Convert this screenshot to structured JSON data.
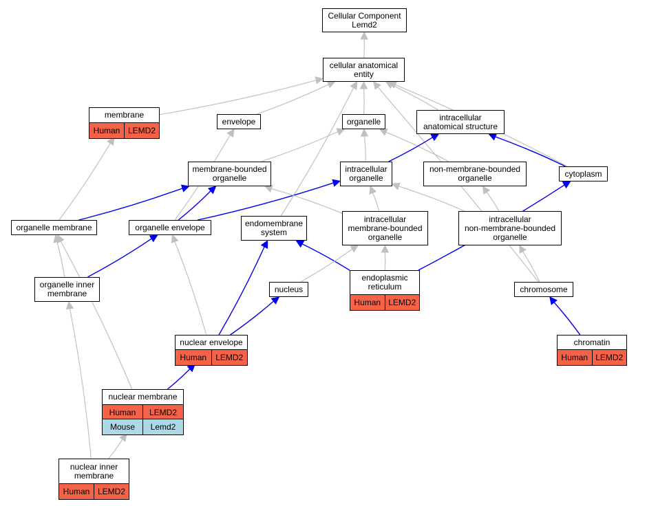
{
  "colors": {
    "isa_edge": "#c0c0c0",
    "partof_edge": "#0000ee",
    "human_fill": "#f46348",
    "mouse_fill": "#add8e6",
    "node_fill": "#ffffff",
    "node_border": "#000000"
  },
  "nodes": [
    {
      "id": "root",
      "label": "Cellular Component\nLemd2"
    },
    {
      "id": "cae",
      "label": "cellular anatomical\nentity"
    },
    {
      "id": "membrane",
      "label": "membrane",
      "annotations": [
        {
          "species": "Human",
          "gene": "LEMD2"
        }
      ]
    },
    {
      "id": "envelope",
      "label": "envelope"
    },
    {
      "id": "organelle",
      "label": "organelle"
    },
    {
      "id": "ias",
      "label": "intracellular\nanatomical structure"
    },
    {
      "id": "mbo",
      "label": "membrane-bounded\norganelle"
    },
    {
      "id": "io",
      "label": "intracellular\norganelle"
    },
    {
      "id": "nmbo",
      "label": "non-membrane-bounded\norganelle"
    },
    {
      "id": "cytoplasm",
      "label": "cytoplasm"
    },
    {
      "id": "om",
      "label": "organelle membrane"
    },
    {
      "id": "oe",
      "label": "organelle envelope"
    },
    {
      "id": "es",
      "label": "endomembrane\nsystem"
    },
    {
      "id": "imbo",
      "label": "intracellular\nmembrane-bounded\norganelle"
    },
    {
      "id": "inmbo",
      "label": "intracellular\nnon-membrane-bounded\norganelle"
    },
    {
      "id": "oim",
      "label": "organelle inner\nmembrane"
    },
    {
      "id": "er",
      "label": "endoplasmic\nreticulum",
      "annotations": [
        {
          "species": "Human",
          "gene": "LEMD2"
        }
      ]
    },
    {
      "id": "nucleus",
      "label": "nucleus"
    },
    {
      "id": "chromosome",
      "label": "chromosome"
    },
    {
      "id": "ne",
      "label": "nuclear envelope",
      "annotations": [
        {
          "species": "Human",
          "gene": "LEMD2"
        }
      ]
    },
    {
      "id": "chromatin",
      "label": "chromatin",
      "annotations": [
        {
          "species": "Human",
          "gene": "LEMD2"
        }
      ]
    },
    {
      "id": "nm",
      "label": "nuclear membrane",
      "annotations": [
        {
          "species": "Human",
          "gene": "LEMD2"
        },
        {
          "species": "Mouse",
          "gene": "Lemd2"
        }
      ]
    },
    {
      "id": "nim",
      "label": "nuclear inner\nmembrane",
      "annotations": [
        {
          "species": "Human",
          "gene": "LEMD2"
        }
      ]
    }
  ],
  "edges": [
    {
      "from": "cae",
      "to": "root",
      "relation": "is_a"
    },
    {
      "from": "membrane",
      "to": "cae",
      "relation": "is_a"
    },
    {
      "from": "envelope",
      "to": "cae",
      "relation": "is_a"
    },
    {
      "from": "organelle",
      "to": "cae",
      "relation": "is_a"
    },
    {
      "from": "ias",
      "to": "cae",
      "relation": "is_a"
    },
    {
      "from": "cytoplasm",
      "to": "cae",
      "relation": "is_a"
    },
    {
      "from": "chromatin",
      "to": "cae",
      "relation": "is_a"
    },
    {
      "from": "es",
      "to": "cae",
      "relation": "is_a"
    },
    {
      "from": "mbo",
      "to": "organelle",
      "relation": "is_a"
    },
    {
      "from": "io",
      "to": "organelle",
      "relation": "is_a"
    },
    {
      "from": "nmbo",
      "to": "organelle",
      "relation": "is_a"
    },
    {
      "from": "io",
      "to": "ias",
      "relation": "part_of"
    },
    {
      "from": "cytoplasm",
      "to": "ias",
      "relation": "part_of"
    },
    {
      "from": "om",
      "to": "membrane",
      "relation": "is_a"
    },
    {
      "from": "om",
      "to": "mbo",
      "relation": "part_of"
    },
    {
      "from": "oe",
      "to": "mbo",
      "relation": "part_of"
    },
    {
      "from": "oe",
      "to": "io",
      "relation": "part_of"
    },
    {
      "from": "oe",
      "to": "envelope",
      "relation": "is_a"
    },
    {
      "from": "imbo",
      "to": "mbo",
      "relation": "is_a"
    },
    {
      "from": "imbo",
      "to": "io",
      "relation": "is_a"
    },
    {
      "from": "inmbo",
      "to": "io",
      "relation": "is_a"
    },
    {
      "from": "inmbo",
      "to": "nmbo",
      "relation": "is_a"
    },
    {
      "from": "oim",
      "to": "om",
      "relation": "is_a"
    },
    {
      "from": "oim",
      "to": "oe",
      "relation": "part_of"
    },
    {
      "from": "er",
      "to": "imbo",
      "relation": "is_a"
    },
    {
      "from": "er",
      "to": "es",
      "relation": "part_of"
    },
    {
      "from": "er",
      "to": "cytoplasm",
      "relation": "part_of"
    },
    {
      "from": "nucleus",
      "to": "imbo",
      "relation": "is_a"
    },
    {
      "from": "chromosome",
      "to": "inmbo",
      "relation": "is_a"
    },
    {
      "from": "ne",
      "to": "oe",
      "relation": "is_a"
    },
    {
      "from": "ne",
      "to": "es",
      "relation": "part_of"
    },
    {
      "from": "ne",
      "to": "nucleus",
      "relation": "part_of"
    },
    {
      "from": "chromatin",
      "to": "chromosome",
      "relation": "part_of"
    },
    {
      "from": "nm",
      "to": "om",
      "relation": "is_a"
    },
    {
      "from": "nm",
      "to": "ne",
      "relation": "part_of"
    },
    {
      "from": "nim",
      "to": "oim",
      "relation": "is_a"
    },
    {
      "from": "nim",
      "to": "nm",
      "relation": "is_a"
    }
  ]
}
